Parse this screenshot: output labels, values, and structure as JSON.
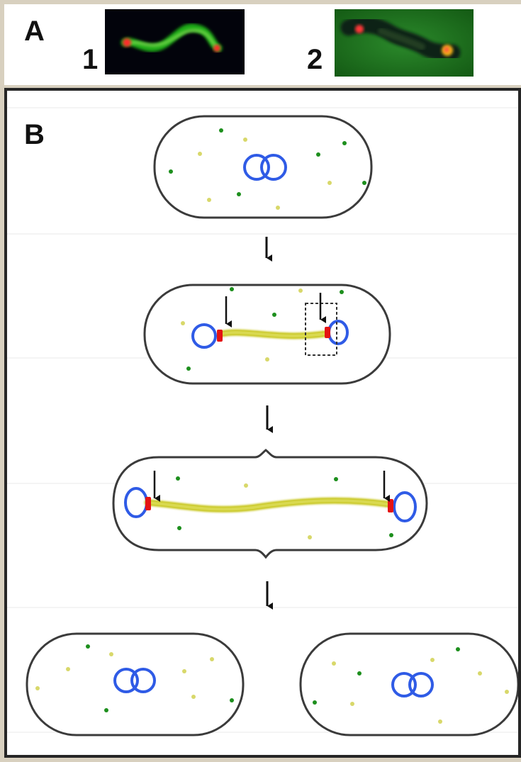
{
  "panel_a": {
    "label": "A",
    "micrographs": [
      {
        "label": "1"
      },
      {
        "label": "2"
      }
    ]
  },
  "panel_b": {
    "label": "B"
  },
  "colors": {
    "chromosome": "#2f5be6",
    "red_focus": "#e41313",
    "yellow_filament": "#c7c61e",
    "green_dot": "#1d8f1d",
    "yellow_dot": "#d8d86a",
    "cell_outline": "#3b3b3b"
  },
  "icons": {
    "arrow": "down-arrow-icon"
  }
}
